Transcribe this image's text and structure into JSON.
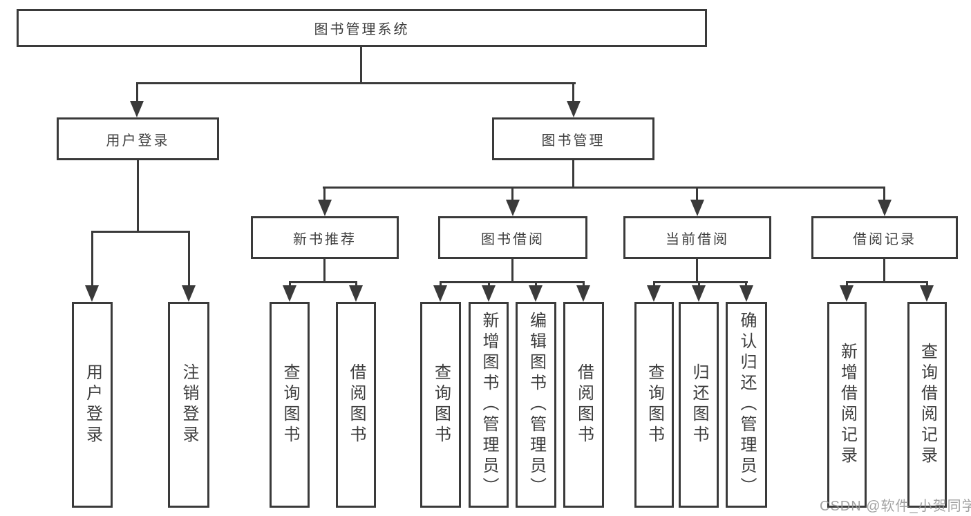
{
  "diagram": {
    "type": "hierarchy-tree",
    "tree": {
      "label": "图书管理系统",
      "children": [
        {
          "label": "用户登录",
          "children": [
            {
              "label": "用户登录"
            },
            {
              "label": "注销登录"
            }
          ]
        },
        {
          "label": "图书管理",
          "children": [
            {
              "label": "新书推荐",
              "children": [
                {
                  "label": "查询图书"
                },
                {
                  "label": "借阅图书"
                }
              ]
            },
            {
              "label": "图书借阅",
              "children": [
                {
                  "label": "查询图书"
                },
                {
                  "label": "新增图书（管理员）"
                },
                {
                  "label": "编辑图书（管理员）"
                },
                {
                  "label": "借阅图书"
                }
              ]
            },
            {
              "label": "当前借阅",
              "children": [
                {
                  "label": "查询图书"
                },
                {
                  "label": "归还图书"
                },
                {
                  "label": "确认归还（管理员）"
                }
              ]
            },
            {
              "label": "借阅记录",
              "children": [
                {
                  "label": "新增借阅记录"
                },
                {
                  "label": "查询借阅记录"
                }
              ]
            }
          ]
        }
      ]
    }
  },
  "watermark": "CSDN @软件_小贺同学",
  "colors": {
    "line": "#3a3a3a",
    "text": "#3d3d3d",
    "background": "#ffffff",
    "watermark": "#969696"
  }
}
